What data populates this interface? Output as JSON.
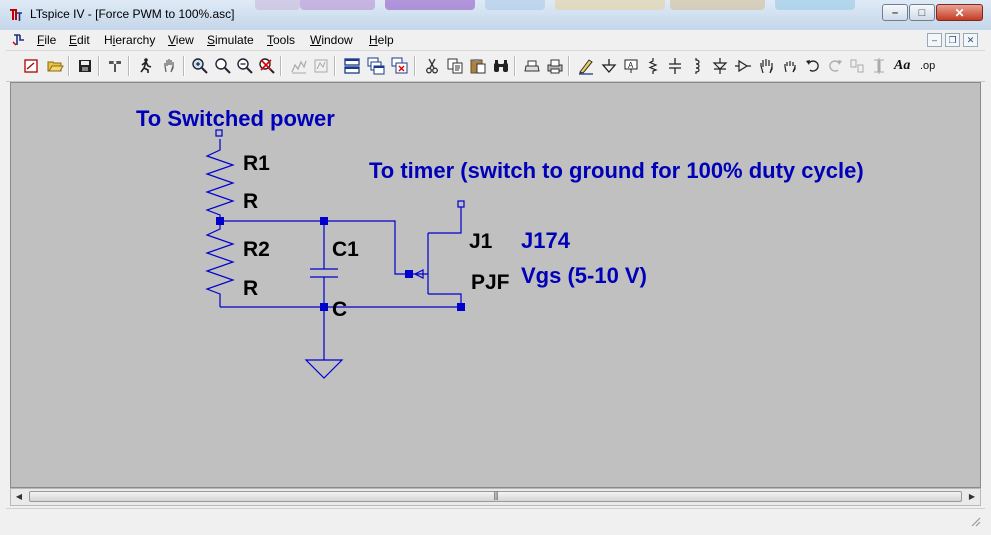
{
  "window": {
    "title": "LTspice IV - [Force PWM to 100%.asc]",
    "app_icon": "ltspice-logo-icon",
    "caption_buttons": [
      {
        "name": "minimize-button",
        "glyph": "–"
      },
      {
        "name": "maximize-button",
        "glyph": "□"
      },
      {
        "name": "close-button",
        "glyph": "✕"
      }
    ]
  },
  "menubar": {
    "doc_icon": "schematic-doc-icon",
    "items": [
      "File",
      "Edit",
      "Hierarchy",
      "View",
      "Simulate",
      "Tools",
      "Window",
      "Help"
    ],
    "mnemonics": [
      "F",
      "E",
      "i",
      "V",
      "S",
      "T",
      "W",
      "H"
    ],
    "mdi_buttons": [
      {
        "name": "doc-minimize-button",
        "glyph": "–"
      },
      {
        "name": "doc-restore-button",
        "glyph": "❐"
      },
      {
        "name": "doc-close-button",
        "glyph": "✕"
      }
    ]
  },
  "toolbar": {
    "tools": [
      {
        "name": "new-schematic-icon",
        "enabled": true
      },
      {
        "name": "open-icon",
        "enabled": true
      },
      {
        "name": "save-icon",
        "enabled": true
      },
      {
        "name": "control-panel-icon",
        "enabled": true
      },
      {
        "name": "run-icon",
        "enabled": true
      },
      {
        "name": "pan-hand-icon",
        "enabled": true
      },
      {
        "name": "zoom-area-icon",
        "enabled": true
      },
      {
        "name": "zoom-in-icon",
        "enabled": true
      },
      {
        "name": "zoom-out-icon",
        "enabled": true
      },
      {
        "name": "zoom-cancel-icon",
        "enabled": true
      },
      {
        "name": "tile-horizontal-icon",
        "enabled": false
      },
      {
        "name": "tile-vertical-icon",
        "enabled": false
      },
      {
        "name": "tile-icon",
        "enabled": true
      },
      {
        "name": "cascade-icon",
        "enabled": true
      },
      {
        "name": "close-windows-icon",
        "enabled": true
      },
      {
        "name": "cut-icon",
        "enabled": true
      },
      {
        "name": "copy-icon",
        "enabled": true
      },
      {
        "name": "paste-icon",
        "enabled": true
      },
      {
        "name": "find-icon",
        "enabled": true
      },
      {
        "name": "print-setup-icon",
        "enabled": true
      },
      {
        "name": "print-icon",
        "enabled": true
      },
      {
        "name": "draw-wire-icon",
        "enabled": true
      },
      {
        "name": "ground-icon",
        "enabled": true
      },
      {
        "name": "label-net-icon",
        "enabled": true
      },
      {
        "name": "resistor-icon",
        "enabled": true
      },
      {
        "name": "capacitor-icon",
        "enabled": true
      },
      {
        "name": "inductor-icon",
        "enabled": true
      },
      {
        "name": "diode-icon",
        "enabled": true
      },
      {
        "name": "component-icon",
        "enabled": true
      },
      {
        "name": "move-icon",
        "enabled": true
      },
      {
        "name": "drag-icon",
        "enabled": true
      },
      {
        "name": "undo-icon",
        "enabled": true
      },
      {
        "name": "redo-icon",
        "enabled": false
      },
      {
        "name": "rotate-icon",
        "enabled": false
      },
      {
        "name": "mirror-icon",
        "enabled": false
      },
      {
        "name": "text-icon",
        "enabled": true
      },
      {
        "name": "spice-directive-icon",
        "enabled": true
      }
    ],
    "text_label": "Aa",
    "directive_label": ".op"
  },
  "schematic": {
    "background": "#c0c0c0",
    "wire_color": "#0000cc",
    "comment_color": "#0000b8",
    "labels": {
      "to_switched_power": "To Switched power",
      "to_timer": "To timer (switch to ground for 100% duty cycle)",
      "r1_ref": "R1",
      "r1_value": "R",
      "r2_ref": "R2",
      "r2_value": "R",
      "c1_ref": "C1",
      "c1_value": "C",
      "j1_ref": "J1",
      "j1_value": "PJF",
      "j174_note": "J174",
      "vgs_note": "Vgs (5-10 V)"
    },
    "components": [
      {
        "ref": "R1",
        "type": "resistor"
      },
      {
        "ref": "R2",
        "type": "resistor"
      },
      {
        "ref": "C1",
        "type": "capacitor"
      },
      {
        "ref": "J1",
        "type": "p-channel-jfet"
      },
      {
        "type": "ground"
      }
    ]
  },
  "scrollbar": {
    "left_arrow": "◀",
    "right_arrow": "▶",
    "grip": "|||"
  },
  "statusbar": {
    "text": ""
  }
}
